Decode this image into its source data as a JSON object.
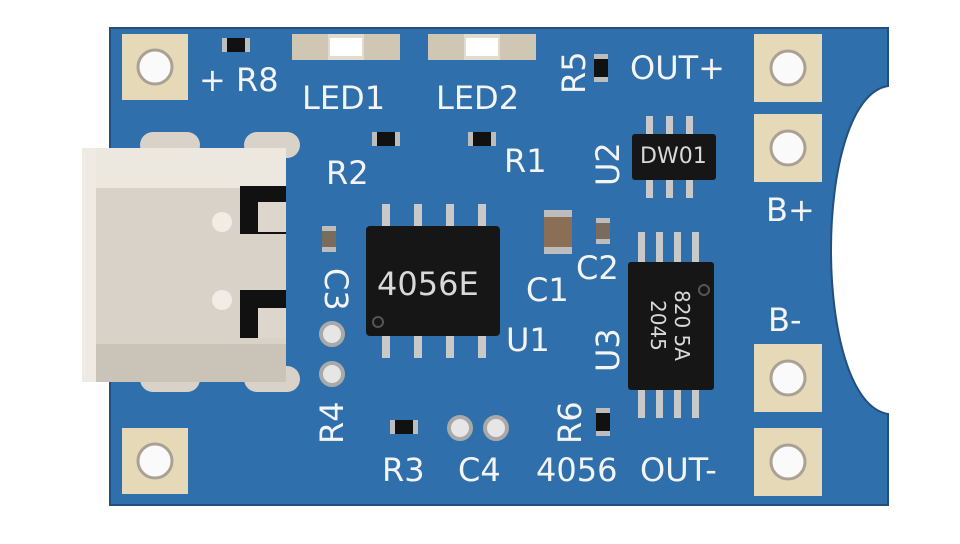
{
  "colors": {
    "board": "#2f6fab",
    "pad": "#e6d9b8",
    "silkscreen": "#f4f4f4",
    "chip": "#161616",
    "chip_text": "#d9d9d9",
    "pin": "#c9c9c9",
    "usb_metal": "#d8d2c8"
  },
  "labels": {
    "r8": "+ R8",
    "led1": "LED1",
    "led2": "LED2",
    "r5": "R5",
    "out_plus": "OUT+",
    "r2": "R2",
    "r1": "R1",
    "u2": "U2",
    "b_plus": "B+",
    "c3": "C3",
    "c1": "C1",
    "c2": "C2",
    "u1": "U1",
    "u3": "U3",
    "b_minus": "B-",
    "r4": "R4",
    "r6": "R6",
    "r3": "R3",
    "c4": "C4",
    "board_name": "4056",
    "out_minus": "OUT-"
  },
  "chips": {
    "main_ic": "4056E",
    "protection_ic": "DW01",
    "mosfet_line1": "820 5A",
    "mosfet_line2": "2045"
  }
}
